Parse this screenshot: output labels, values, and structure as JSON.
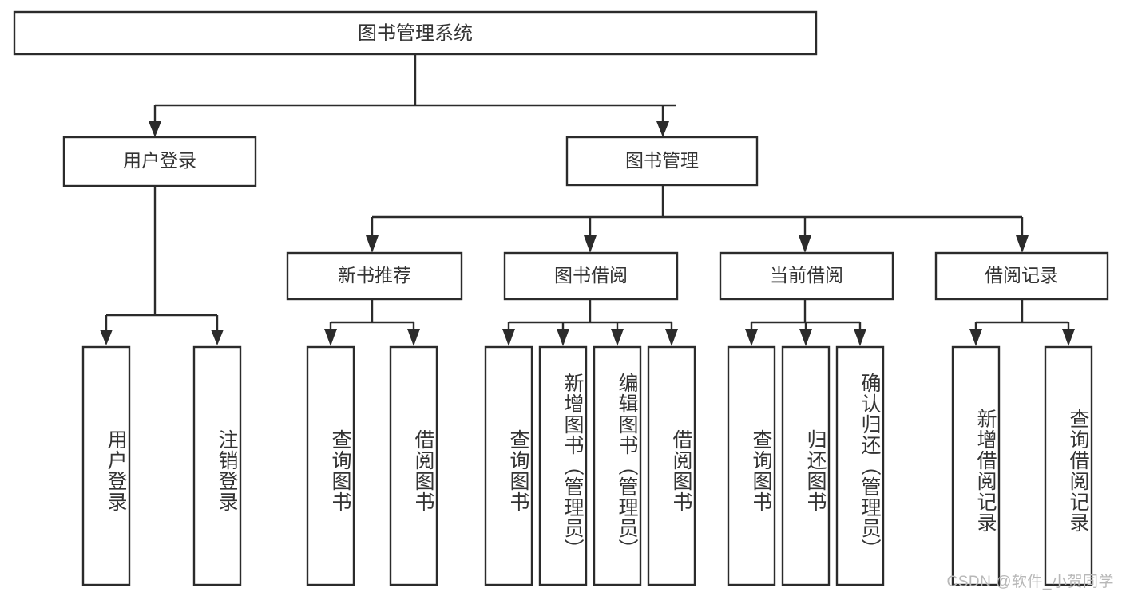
{
  "diagram": {
    "title": "图书管理系统",
    "watermark": "CSDN @软件_小贺同学",
    "type": "tree",
    "orientation": "top-down",
    "line_color": "#2b2b2b",
    "box_fill": "#ffffff",
    "text_color": "#333333",
    "nodes": {
      "root": {
        "label": "图书管理系统"
      },
      "level2": [
        {
          "id": "user-login",
          "label": "用户登录"
        },
        {
          "id": "book-manage",
          "label": "图书管理"
        }
      ],
      "level3": [
        {
          "id": "new-book-recommend",
          "label": "新书推荐"
        },
        {
          "id": "book-borrow",
          "label": "图书借阅"
        },
        {
          "id": "current-borrow",
          "label": "当前借阅"
        },
        {
          "id": "borrow-record",
          "label": "借阅记录"
        }
      ],
      "leaves": {
        "user-login": [
          {
            "id": "leaf-user-login",
            "label": "用户登录"
          },
          {
            "id": "leaf-logout-login",
            "label": "注销登录"
          }
        ],
        "new-book-recommend": [
          {
            "id": "leaf-query-book-1",
            "label": "查询图书"
          },
          {
            "id": "leaf-borrow-book-1",
            "label": "借阅图书"
          }
        ],
        "book-borrow": [
          {
            "id": "leaf-query-book-2",
            "label": "查询图书"
          },
          {
            "id": "leaf-add-book-admin",
            "label": "新增图书（管理员）"
          },
          {
            "id": "leaf-edit-book-admin",
            "label": "编辑图书（管理员）"
          },
          {
            "id": "leaf-borrow-book-2",
            "label": "借阅图书"
          }
        ],
        "current-borrow": [
          {
            "id": "leaf-query-book-3",
            "label": "查询图书"
          },
          {
            "id": "leaf-return-book",
            "label": "归还图书"
          },
          {
            "id": "leaf-confirm-return-admin",
            "label": "确认归还（管理员）"
          }
        ],
        "borrow-record": [
          {
            "id": "leaf-add-borrow-record",
            "label": "新增借阅记录"
          },
          {
            "id": "leaf-query-borrow-record",
            "label": "查询借阅记录"
          }
        ]
      }
    }
  }
}
